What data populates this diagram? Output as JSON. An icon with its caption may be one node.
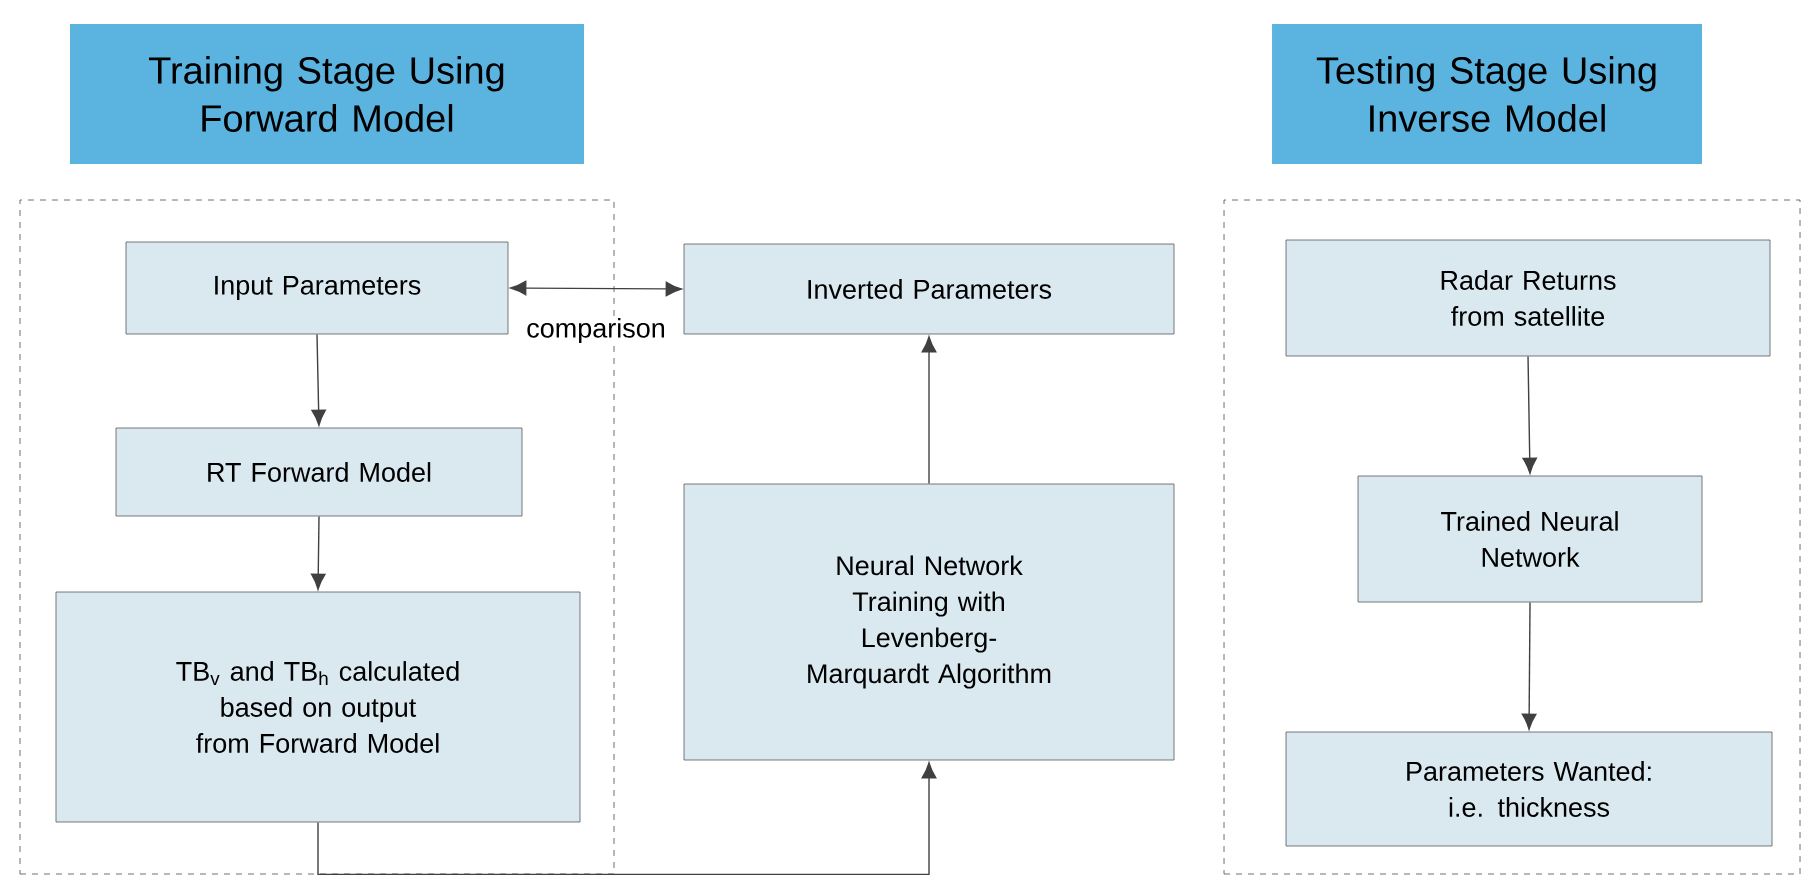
{
  "diagram": {
    "nodes": [
      {
        "text": [
          "Training Stage Using Forward Model"
        ]
      },
      {
        "text": [
          "Testing Stage Using Inverse Model"
        ]
      },
      {
        "text": [],
        "shape": "box"
      },
      {
        "text": [
          "Input Parameters"
        ],
        "in": 2
      },
      {
        "text": [
          "RT Forward Model"
        ],
        "in": 2
      },
      {
        "text": [
          "TB$_{v}$ and TB$_{h}$ calculated based on output from Forward Model"
        ],
        "in": 2
      },
      {
        "text": [
          "Inverted Parameters"
        ]
      },
      {
        "text": [
          "Neural Network Training with Levenberg-Marquardt Algorithm"
        ]
      },
      {
        "text": [],
        "shape": "box"
      },
      {
        "text": [
          "Radar Returns from satellite"
        ],
        "in": 8
      },
      {
        "text": [
          "Trained Neural Network"
        ],
        "in": 8
      },
      {
        "text": [
          "Parameters Wanted: i.e. thickness"
        ],
        "in": 8
      }
    ],
    "edges": [
      {
        "from": 3,
        "to": 6,
        "arrow": "both",
        "label": "comparison"
      },
      {
        "from": 3,
        "to": 4,
        "arrow": "to"
      },
      {
        "from": 4,
        "to": 5,
        "arrow": "to"
      },
      {
        "from": 5,
        "to": 7,
        "arrow": "to"
      },
      {
        "from": 7,
        "to": 6,
        "arrow": "to"
      },
      {
        "from": 9,
        "to": 10,
        "arrow": "to"
      },
      {
        "from": 10,
        "to": 11,
        "arrow": "to"
      }
    ]
  }
}
